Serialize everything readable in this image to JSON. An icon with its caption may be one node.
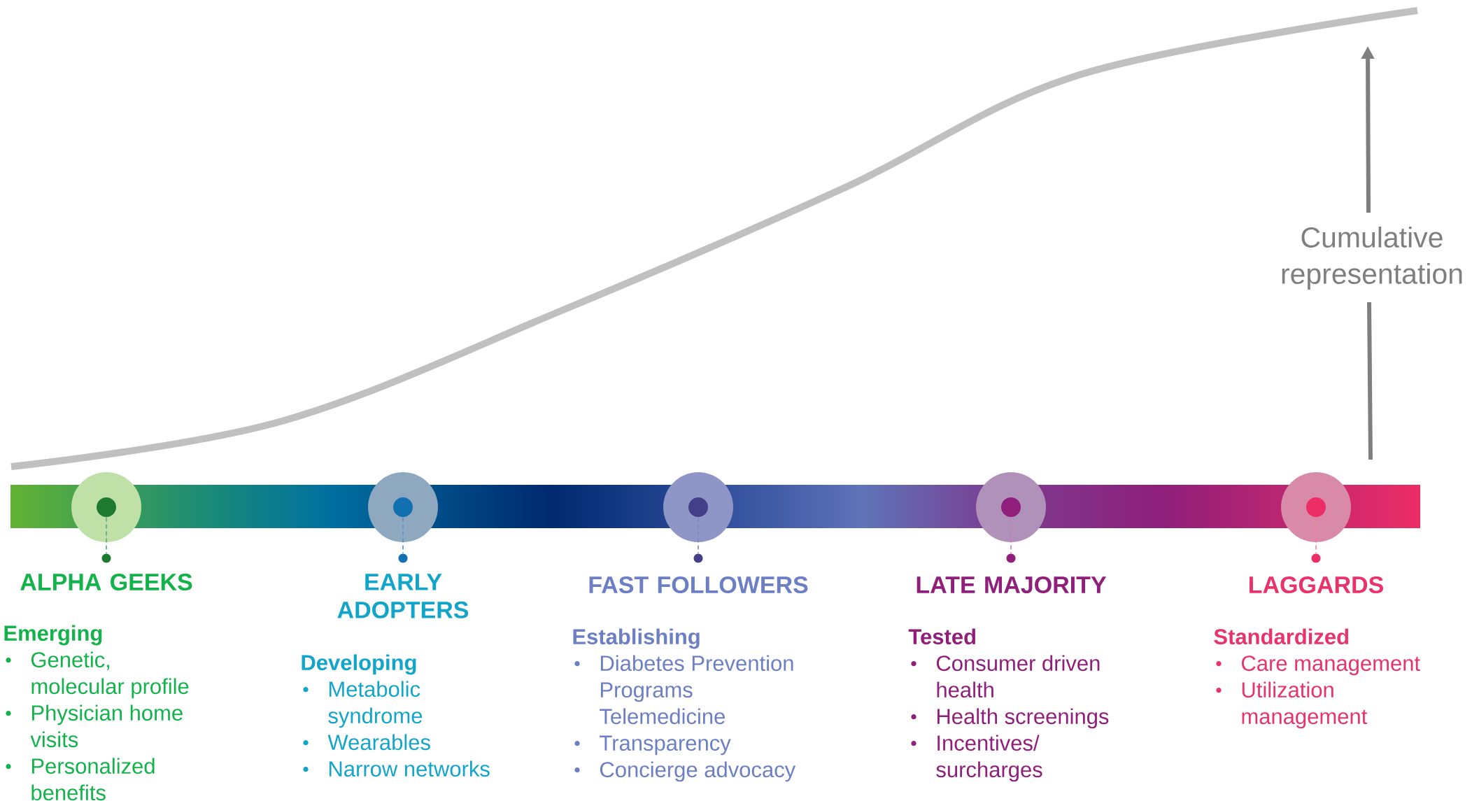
{
  "diagram": {
    "nodes": [
      {
        "text": [],
        "shape": "circle"
      },
      {
        "text": [],
        "shape": "circle"
      },
      {
        "text": [],
        "shape": "circle"
      },
      {
        "text": [],
        "shape": "circle"
      },
      {
        "text": [],
        "shape": "circle"
      },
      {
        "text": [
          "ALPHA GEEKS",
          "Emerging",
          "Genetic, molecular profile",
          "Physician home visits",
          "Personalized benefits"
        ]
      },
      {
        "text": [
          "EARLY ADOPTERS",
          "Developing",
          "Metabolic syndrome",
          "Wearables",
          "Narrow networks"
        ]
      },
      {
        "text": [
          "FAST FOLLOWERS",
          "Establishing",
          "Diabetes Prevention Programs Telemedicine",
          "Transparency",
          "Concierge advocacy"
        ]
      },
      {
        "text": [
          "LATE MAJORITY",
          "Tested",
          "Consumer driven health",
          "Health screenings",
          "Incentives/ surcharges"
        ]
      },
      {
        "text": [
          "LAGGARDS",
          "Standardized",
          "Care management",
          "Utilization management"
        ]
      },
      {
        "text": [],
        "shape": "circle"
      },
      {
        "text": [],
        "shape": "circle"
      },
      {
        "text": [],
        "shape": "circle"
      },
      {
        "text": [],
        "shape": "circle"
      },
      {
        "text": [],
        "shape": "circle"
      }
    ],
    "edges": [
      {
        "from": 0,
        "to": 10,
        "arrow": "none",
        "style": "dashed",
        "color": "#6aa27a"
      },
      {
        "from": 1,
        "to": 11,
        "arrow": "none",
        "style": "dashed",
        "color": "#5b8fbf"
      },
      {
        "from": 2,
        "to": 12,
        "arrow": "none",
        "style": "dashed",
        "color": "#8585bd"
      },
      {
        "from": 3,
        "to": 13,
        "arrow": "none",
        "style": "dashed",
        "color": "#c27fb2"
      },
      {
        "from": 4,
        "to": 14,
        "arrow": "none",
        "style": "dashed",
        "color": "#f07fa0"
      }
    ],
    "labels": [
      "Cumulative representation"
    ]
  }
}
